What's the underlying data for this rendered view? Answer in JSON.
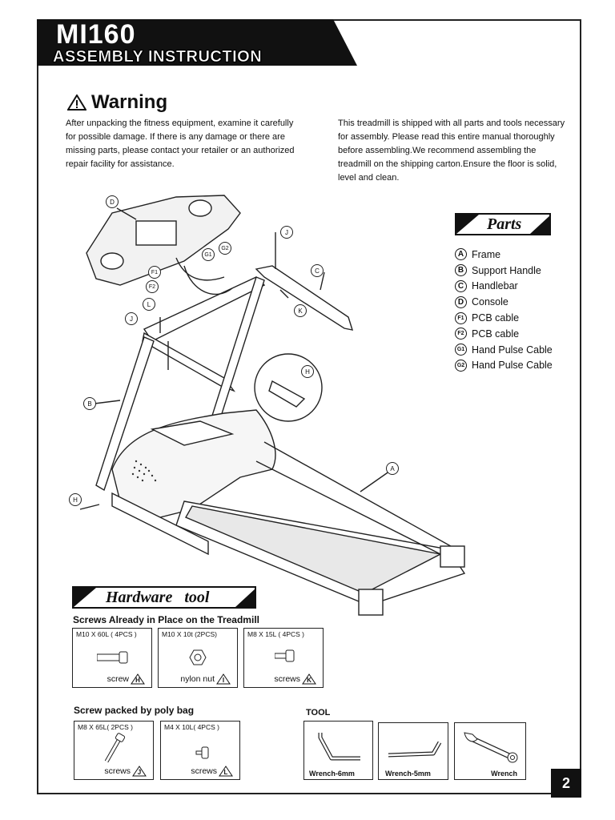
{
  "header": {
    "model": "MI160",
    "subtitle": "ASSEMBLY INSTRUCTION"
  },
  "warning": {
    "title": "Warning",
    "text": "After unpacking the fitness equipment, examine it carefully for possible damage. If there is any damage or there are missing parts, please contact your retailer or an authorized repair  facility for assistance."
  },
  "info": {
    "text": "This treadmill is shipped with all parts  and  tools necessary for assembly. Please read this entire manual thoroughly before assembling.We recommend assembling the treadmill on the shipping carton.Ensure the floor is solid, level and clean."
  },
  "parts": {
    "title": "Parts",
    "items": [
      {
        "badge": "A",
        "label": "Frame"
      },
      {
        "badge": "B",
        "label": "Support Handle"
      },
      {
        "badge": "C",
        "label": "Handlebar"
      },
      {
        "badge": "D",
        "label": "Console"
      },
      {
        "badge": "F1",
        "label": "PCB cable"
      },
      {
        "badge": "F2",
        "label": "PCB cable"
      },
      {
        "badge": "G1",
        "label": "Hand Pulse Cable"
      },
      {
        "badge": "G2",
        "label": "Hand Pulse Cable"
      }
    ]
  },
  "diagram": {
    "callouts": [
      "D",
      "F1",
      "F2",
      "G1",
      "G2",
      "L",
      "J",
      "J",
      "C",
      "K",
      "B",
      "H",
      "H",
      "A"
    ]
  },
  "hardware": {
    "title": "Hardware   tool",
    "in_place_title": "Screws Already in Place on the Treadmill",
    "in_place": [
      {
        "spec": "M10 X 60L ( 4PCS )",
        "caption": "screw",
        "badge": "H"
      },
      {
        "spec": "M10 X 10t (2PCS)",
        "caption": "nylon nut",
        "badge": "I"
      },
      {
        "spec": "M8 X 15L ( 4PCS )",
        "caption": "screws",
        "badge": "K"
      }
    ],
    "poly_title": "Screw packed by poly bag",
    "poly": [
      {
        "spec": "M8 X 65L( 2PCS )",
        "caption": "screws",
        "badge": "J"
      },
      {
        "spec": "M4 X 10L( 4PCS )",
        "caption": "screws",
        "badge": "L"
      }
    ],
    "tool_title": "TOOL",
    "tools": [
      {
        "caption": "Wrench-6mm"
      },
      {
        "caption": "Wrench-5mm"
      },
      {
        "caption": "Wrench"
      }
    ]
  },
  "page_number": "2"
}
